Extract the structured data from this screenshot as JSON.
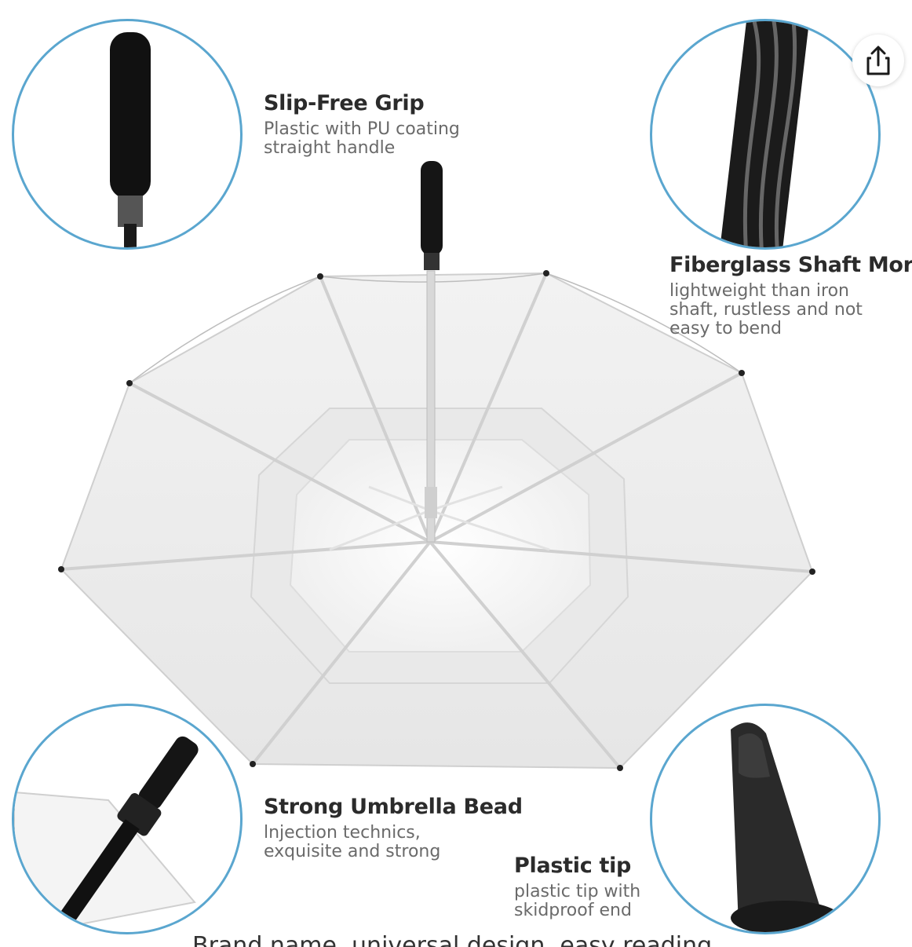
{
  "features": {
    "grip": {
      "title": "Slip-Free Grip",
      "desc": "Plastic with PU coating\nstraight handle"
    },
    "shaft": {
      "title": "Fiberglass Shaft More",
      "desc": "lightweight than iron\nshaft, rustless and not\neasy to bend"
    },
    "bead": {
      "title": "Strong Umbrella Bead",
      "desc": "lnjection technics,\nexquisite and strong"
    },
    "tip": {
      "title": "Plastic tip",
      "desc": "plastic tip with\nskidproof end"
    }
  },
  "caption": "Brand name, universal design, easy reading",
  "share_label": "share-icon",
  "colors": {
    "circle_border": "#5aa6cf",
    "title": "#2b2b2b",
    "desc": "#6a6a6a"
  }
}
